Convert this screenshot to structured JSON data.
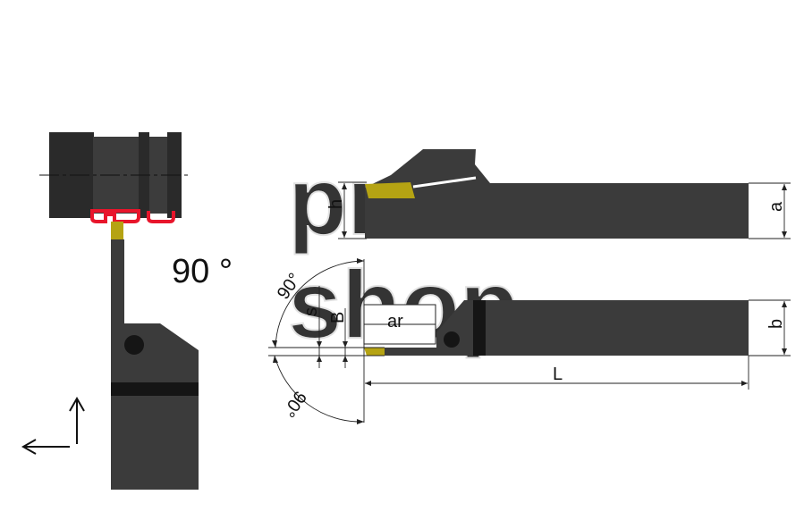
{
  "colors": {
    "tool_body": "#3b3b3b",
    "tool_dark": "#1f1f1f",
    "insert": "#b5a313",
    "clamp": "#e8152b",
    "watermark": "#d9d9d9"
  },
  "angle_label": "90 °",
  "watermark": {
    "line1": "pm",
    "line2": "shop"
  },
  "dimensions": {
    "h": "h",
    "a": "a",
    "b": "b",
    "L": "L",
    "s": "s",
    "B": "B",
    "ar": "ar",
    "angle_top": "90°",
    "angle_bottom": "90°"
  },
  "icons": [
    "arrow-up-icon",
    "arrow-left-icon"
  ]
}
